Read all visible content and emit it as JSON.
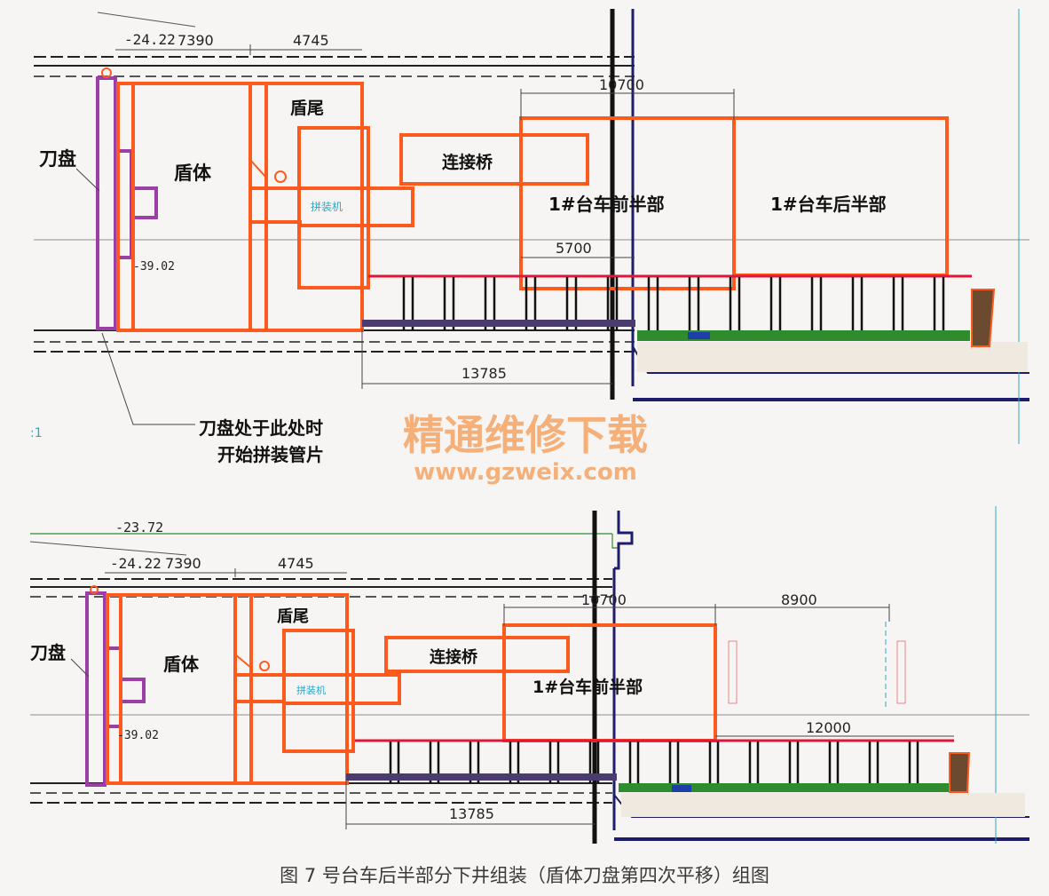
{
  "colors": {
    "orange": "#ff5a1e",
    "purple": "#9b3fa6",
    "navy": "#1d1d6b",
    "black": "#111111",
    "green": "#2e8b2e",
    "cyan": "#2aa7c9",
    "red_label": "#e0151f",
    "watermark": "#f4a86d",
    "dim": "#444444",
    "grid": "#8c8c8c"
  },
  "top": {
    "dims": {
      "elev_top": "-24.22",
      "d7390": "7390",
      "d4745": "4745",
      "d10700": "10700",
      "d5700": "5700",
      "d13785": "13785",
      "elev_side": "-39.02"
    },
    "labels": {
      "cutterhead": "刀盘",
      "shield_body": "盾体",
      "shield_tail": "盾尾",
      "bridge": "连接桥",
      "erector": "拼装机",
      "trailer_front": "1#台车前半部",
      "trailer_rear": "1#台车后半部"
    },
    "notes": {
      "line1": "刀盘处于此处时",
      "line2": "开始拼装管片"
    },
    "edge_mark": ":1"
  },
  "bottom": {
    "dims": {
      "elev_green": "-23.72",
      "elev_top": "-24.22",
      "d7390": "7390",
      "d4745": "4745",
      "d10700": "10700",
      "d8900": "8900",
      "d12000": "12000",
      "d13785": "13785",
      "elev_side": "-39.02"
    },
    "labels": {
      "cutterhead": "刀盘",
      "shield_body": "盾体",
      "shield_tail": "盾尾",
      "bridge": "连接桥",
      "erector": "拼装机",
      "trailer_front": "1#台车前半部"
    }
  },
  "watermark": {
    "title": "精通维修下载",
    "url": "www.gzweix.com"
  },
  "caption": "图 7   号台车后半部分下井组装（盾体刀盘第四次平移）组图"
}
